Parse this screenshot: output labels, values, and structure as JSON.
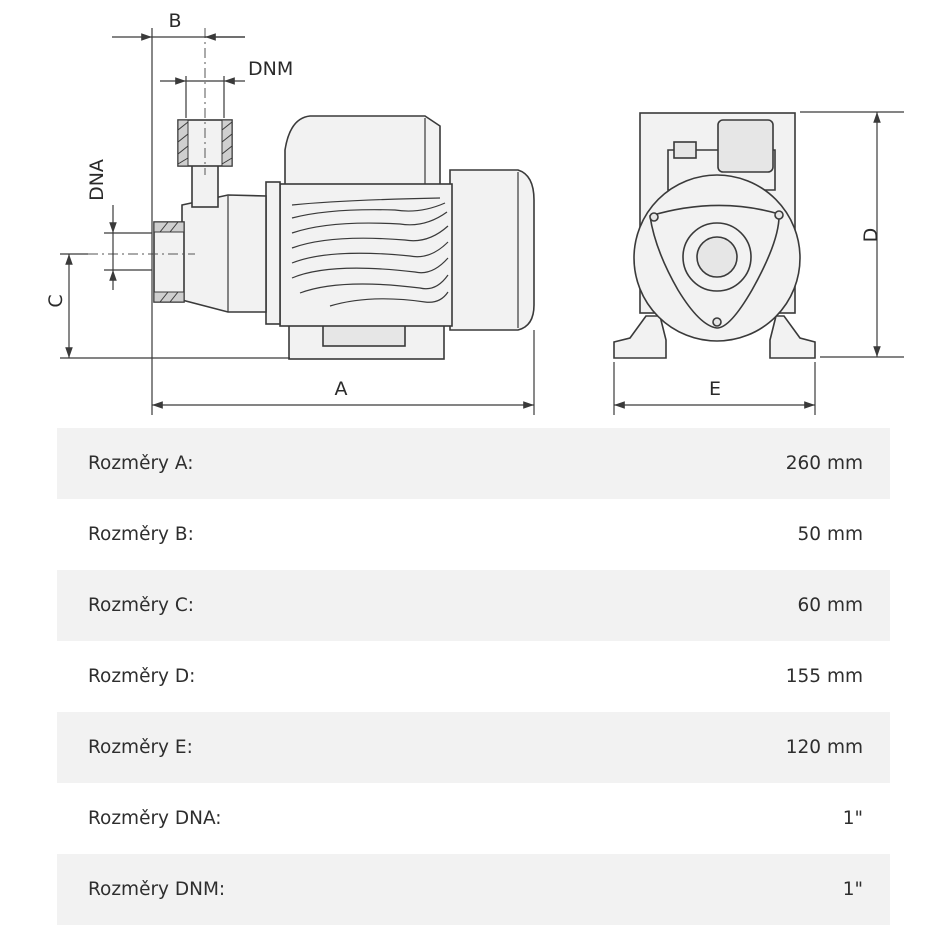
{
  "diagram": {
    "labels": {
      "a": "A",
      "b": "B",
      "c": "C",
      "d": "D",
      "e": "E",
      "dnm": "DNM",
      "dna": "DNA"
    }
  },
  "table": {
    "rows": [
      {
        "label": "Rozměry A:",
        "value": "260 mm"
      },
      {
        "label": "Rozměry B:",
        "value": "50 mm"
      },
      {
        "label": "Rozměry C:",
        "value": "60 mm"
      },
      {
        "label": "Rozměry D:",
        "value": "155 mm"
      },
      {
        "label": "Rozměry E:",
        "value": "120 mm"
      },
      {
        "label": "Rozměry DNA:",
        "value": "1\""
      },
      {
        "label": "Rozměry DNM:",
        "value": "1\""
      }
    ]
  }
}
